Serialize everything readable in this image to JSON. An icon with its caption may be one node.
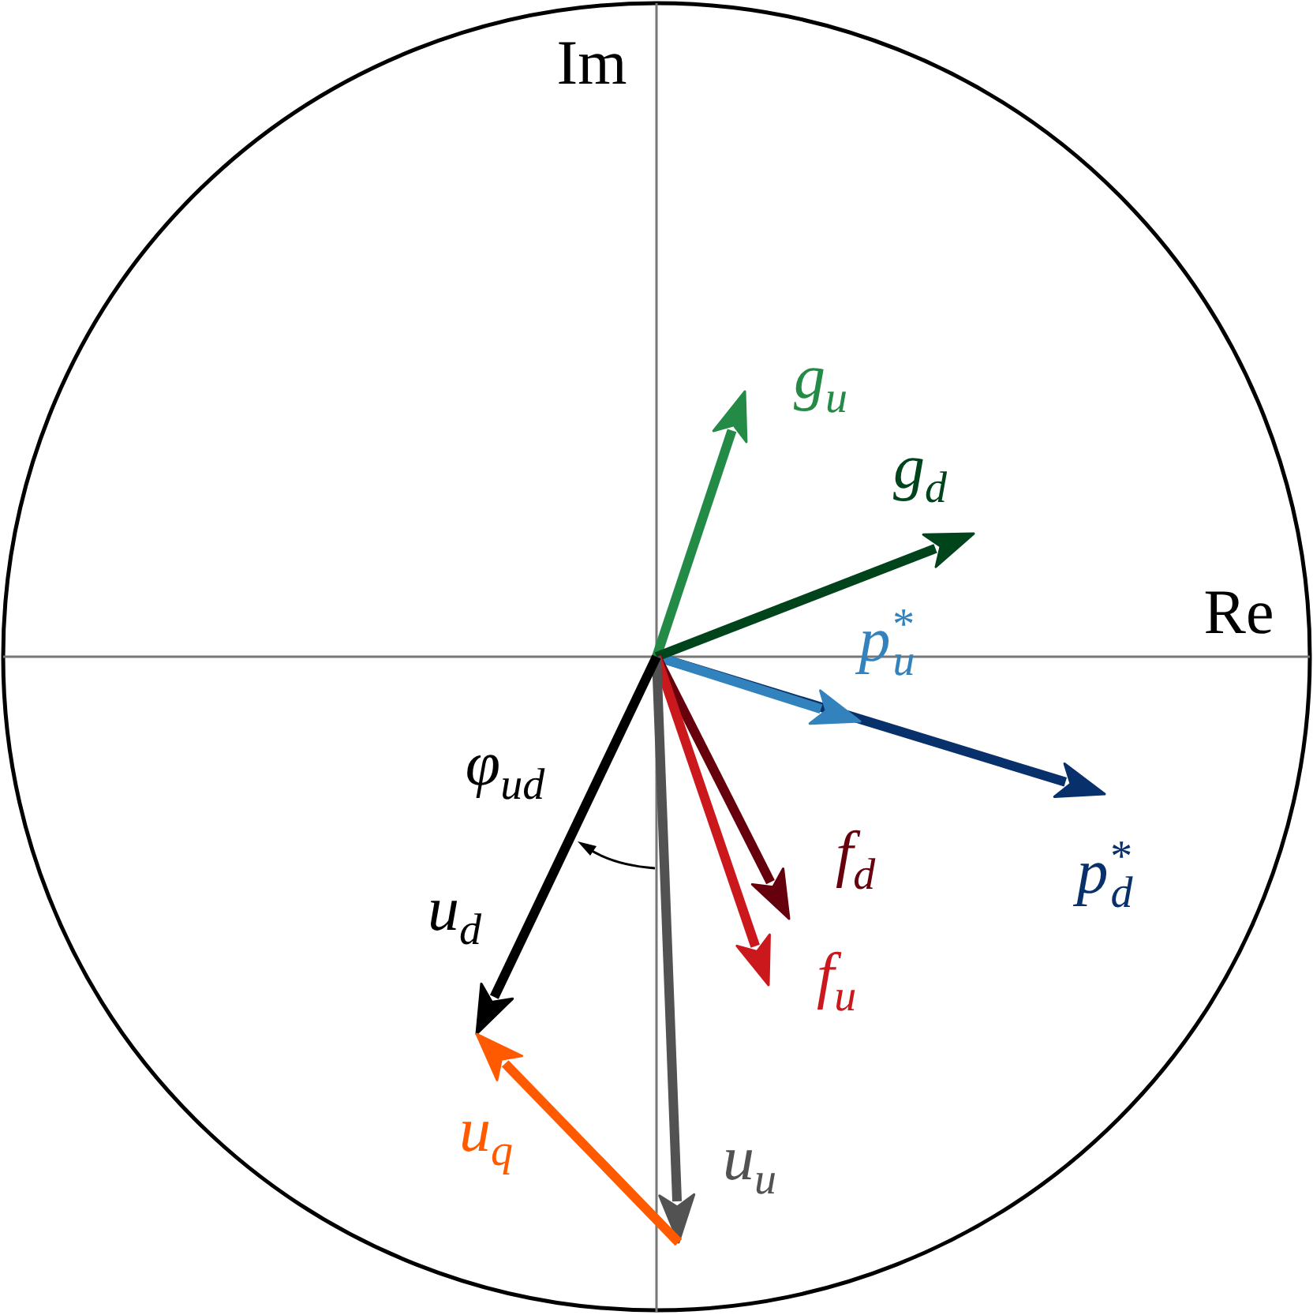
{
  "diagram": {
    "labels": [
      "Im",
      "Re",
      "g$_{u}$",
      "g$_{d}$",
      "p$^{*}$$_{u}$",
      "p$^{*}$$_{d}$",
      "f$_{d}$",
      "f$_{u}$",
      "φ$_{ud}$",
      "u$_{d}$",
      "u$_{q}$",
      "u$_{u}$"
    ]
  }
}
